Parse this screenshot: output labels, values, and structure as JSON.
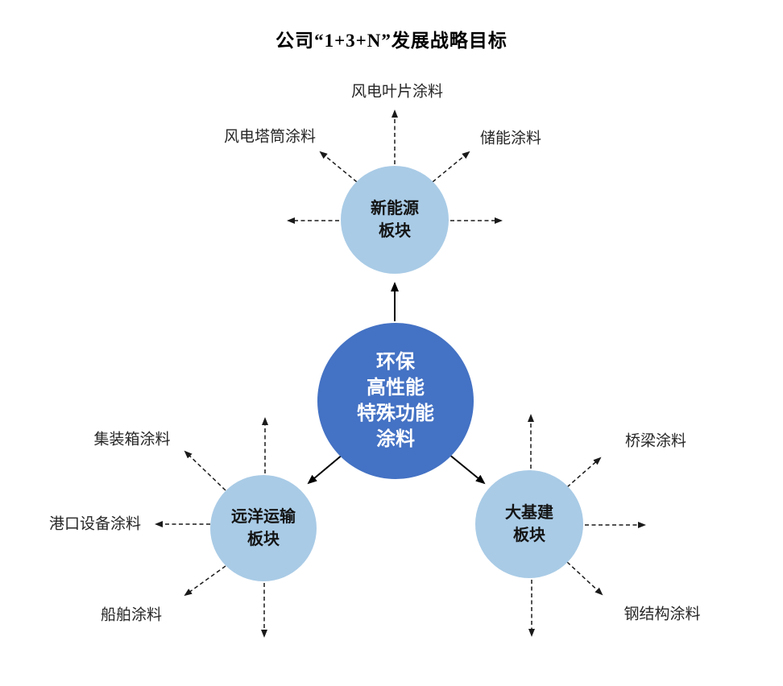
{
  "title": "公司“1+3+N”发展战略目标",
  "colors": {
    "center_circle_fill": "#4472C4",
    "satellite_circle_fill": "#A9CBE6",
    "center_text": "#FFFFFF",
    "satellite_text": "#141414",
    "spoke_label_text": "#262626",
    "arrow": "#000000"
  },
  "center_node": {
    "name": "环保高性能特殊功能涂料",
    "lines": [
      "环保",
      "高性能",
      "特殊功能",
      "涂料"
    ]
  },
  "satellites": [
    {
      "key": "new-energy",
      "name": "新能源板块",
      "lines": [
        "新能源",
        "板块"
      ]
    },
    {
      "key": "ocean-shipping",
      "name": "远洋运输板块",
      "lines": [
        "远洋运输",
        "板块"
      ]
    },
    {
      "key": "infrastructure",
      "name": "大基建板块",
      "lines": [
        "大基建",
        "板块"
      ]
    }
  ],
  "spoke_labels": [
    {
      "key": "wind-blade",
      "text": "风电叶片涂料"
    },
    {
      "key": "wind-tower",
      "text": "风电塔筒涂料"
    },
    {
      "key": "energy-storage",
      "text": "储能涂料"
    },
    {
      "key": "container",
      "text": "集装箱涂料"
    },
    {
      "key": "port-equipment",
      "text": "港口设备涂料"
    },
    {
      "key": "ship",
      "text": "船舶涂料"
    },
    {
      "key": "bridge",
      "text": "桥梁涂料"
    },
    {
      "key": "steel-structure",
      "text": "钢结构涂料"
    }
  ]
}
